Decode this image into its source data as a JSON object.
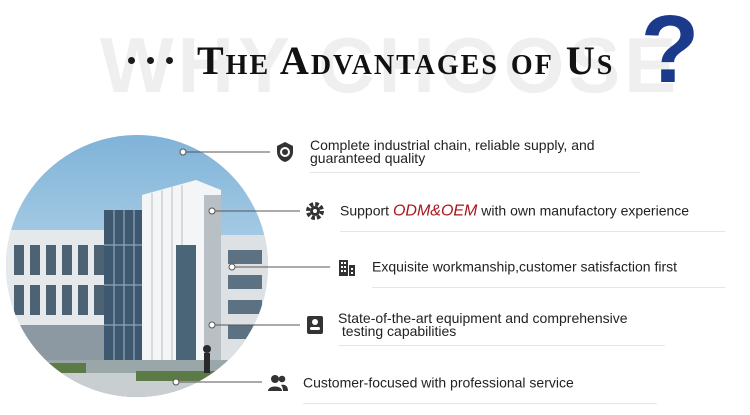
{
  "header": {
    "background_text": "WHY CHOOSE US",
    "title": "The Advantages of Us",
    "question_mark": "?",
    "accent_color": "#1b3a8c"
  },
  "advantages": [
    {
      "icon": "shield-icon",
      "line1": "Complete industrial chain, reliable supply, and",
      "line2": "guaranteed quality"
    },
    {
      "icon": "gear-icon",
      "pre": "Support ",
      "highlight": "ODM&OEM",
      "post": " with own manufactory experience",
      "highlight_color": "#a8161b"
    },
    {
      "icon": "buildings-icon",
      "line1": "Exquisite workmanship,customer satisfaction first"
    },
    {
      "icon": "id-badge-icon",
      "line1": "State-of-the-art equipment and comprehensive",
      "line2": " testing capabilities"
    },
    {
      "icon": "users-icon",
      "line1": "Customer-focused with professional service"
    }
  ]
}
